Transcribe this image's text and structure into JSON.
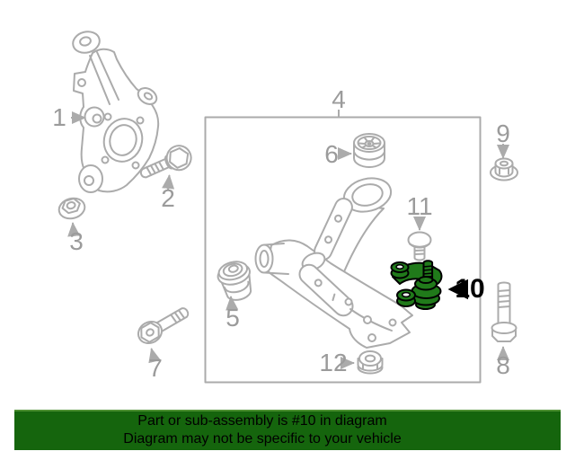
{
  "diagram": {
    "highlighted_part": "10",
    "labels": {
      "1": "1",
      "2": "2",
      "3": "3",
      "4": "4",
      "5": "5",
      "6": "6",
      "7": "7",
      "8": "8",
      "9": "9",
      "10": "10",
      "11": "11",
      "12": "12"
    }
  },
  "banner": {
    "line1": "Part or sub-assembly is #10 in diagram",
    "line2": "Diagram may not be specific to your vehicle"
  },
  "colors": {
    "background": "#ffffff",
    "diagram_line": "#ababab",
    "label_text": "#9b9b9b",
    "highlight_fill": "#207a1a",
    "highlight_stroke": "#000000",
    "banner_bg": "#15650d",
    "banner_edge": "#4c8f31",
    "banner_text": "#000000"
  }
}
